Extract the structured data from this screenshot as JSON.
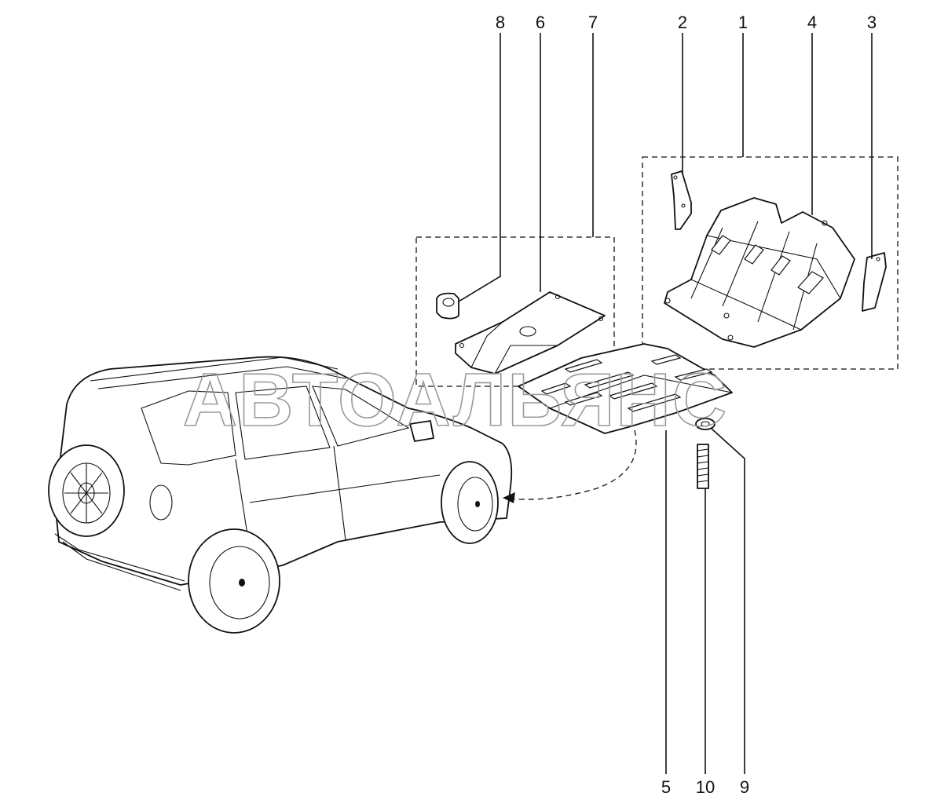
{
  "watermark": "АВТОАЛЬЯНС",
  "callouts": {
    "c1": "1",
    "c2": "2",
    "c3": "3",
    "c4": "4",
    "c5": "5",
    "c6": "6",
    "c7": "7",
    "c8": "8",
    "c9": "9",
    "c10": "10"
  }
}
